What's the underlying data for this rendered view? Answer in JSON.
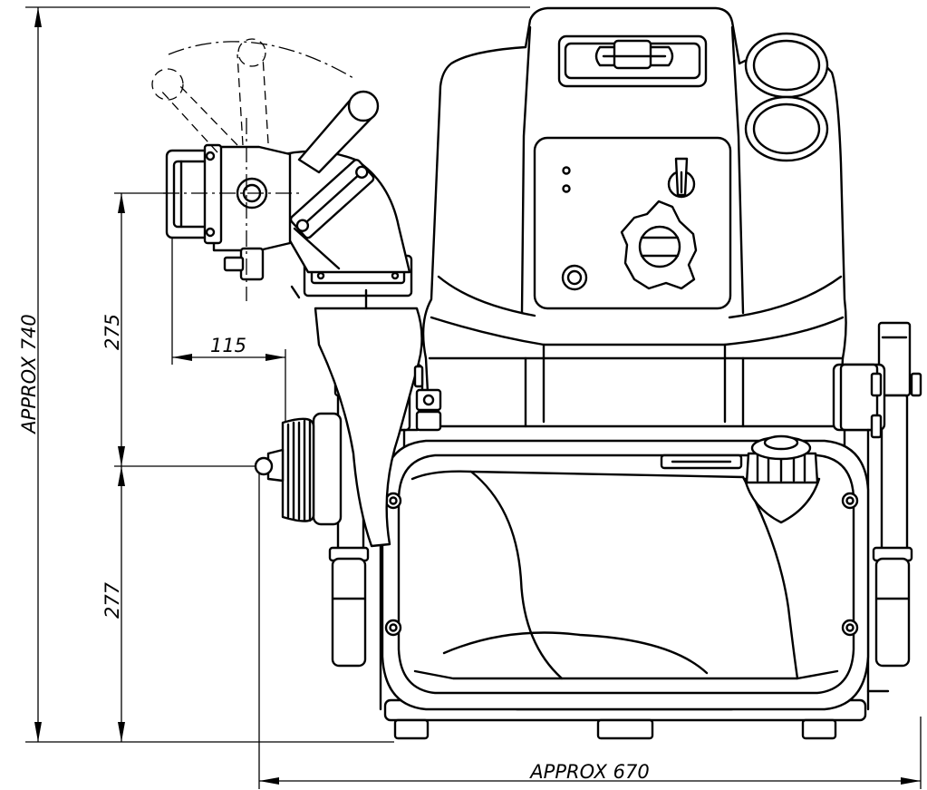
{
  "dimensions": {
    "overall_height": "APPROX 740",
    "outlet_height_upper": "275",
    "outlet_height_lower": "277",
    "outlet_offset": "115",
    "overall_width": "APPROX 670"
  },
  "colors": {
    "line": "#000000",
    "background": "#ffffff"
  }
}
